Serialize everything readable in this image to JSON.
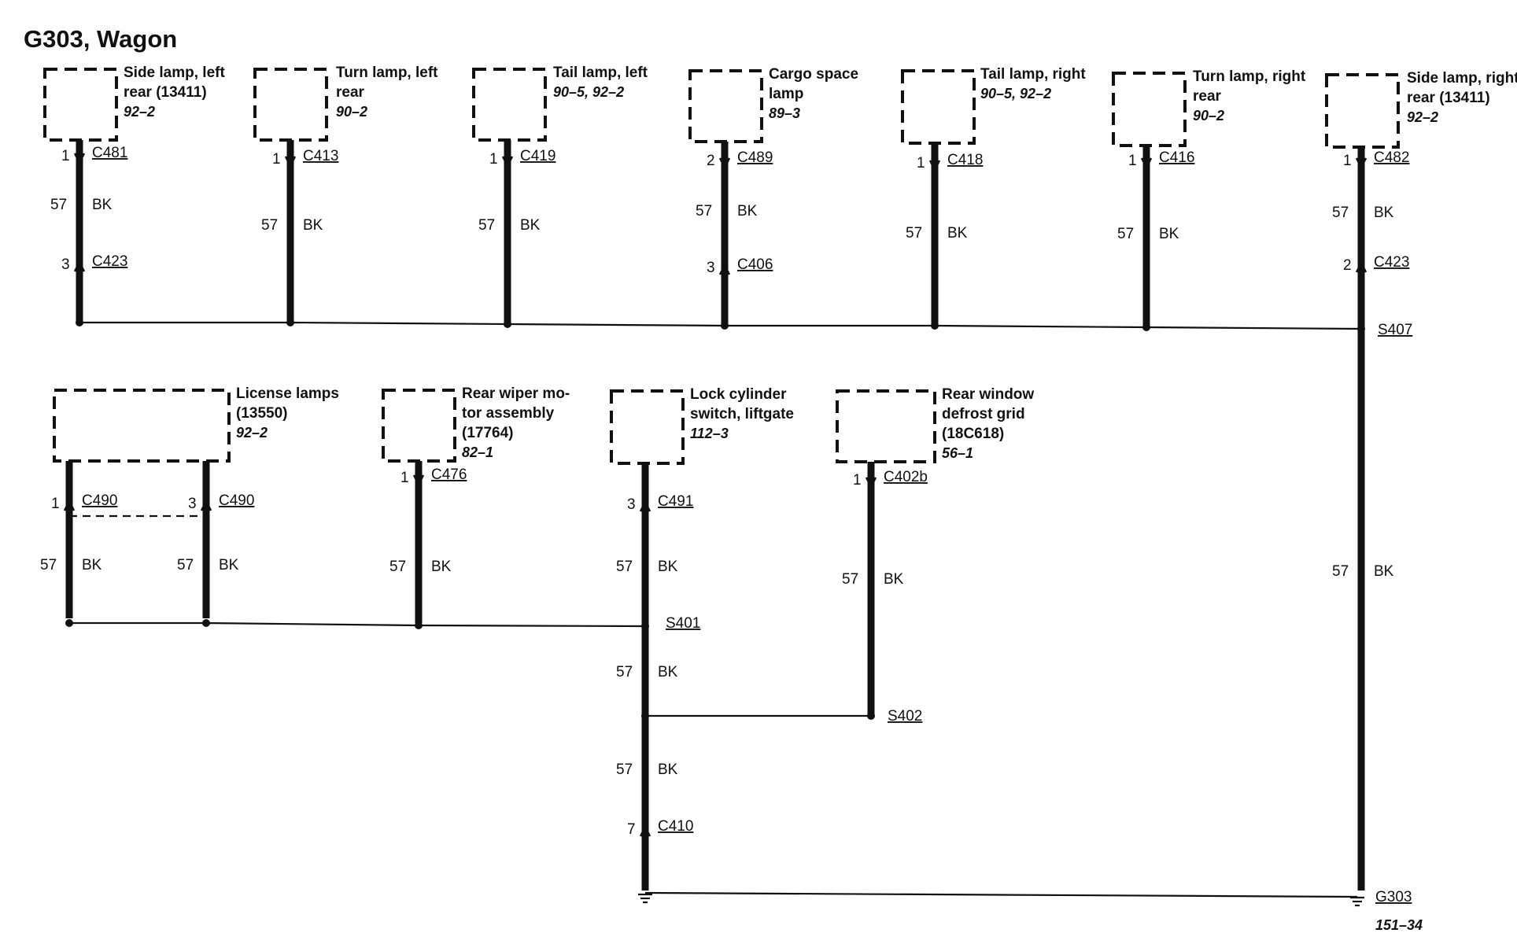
{
  "title": "G303, Wagon",
  "wire": {
    "circuit": "57",
    "color": "BK"
  },
  "components": [
    {
      "id": "side-lamp-left-rear",
      "name": [
        "Side lamp, left",
        "rear (13411)"
      ],
      "page": "92–2"
    },
    {
      "id": "turn-lamp-left-rear",
      "name": [
        "Turn lamp, left",
        "rear"
      ],
      "page": "90–2"
    },
    {
      "id": "tail-lamp-left",
      "name": [
        "Tail lamp, left"
      ],
      "page": "90–5, 92–2"
    },
    {
      "id": "cargo-space-lamp",
      "name": [
        "Cargo space",
        "lamp"
      ],
      "page": "89–3"
    },
    {
      "id": "tail-lamp-right",
      "name": [
        "Tail lamp, right"
      ],
      "page": "90–5, 92–2"
    },
    {
      "id": "turn-lamp-right-rear",
      "name": [
        "Turn lamp, right",
        "rear"
      ],
      "page": "90–2"
    },
    {
      "id": "side-lamp-right-rear",
      "name": [
        "Side lamp, right",
        "rear (13411)"
      ],
      "page": "92–2"
    },
    {
      "id": "license-lamps",
      "name": [
        "License lamps",
        "(13550)"
      ],
      "page": "92–2"
    },
    {
      "id": "rear-wiper-motor",
      "name": [
        "Rear wiper mo-",
        "tor assembly",
        "(17764)"
      ],
      "page": "82–1"
    },
    {
      "id": "lock-cylinder-switch",
      "name": [
        "Lock cylinder",
        "switch, liftgate"
      ],
      "page": "112–3"
    },
    {
      "id": "rear-window-defrost",
      "name": [
        "Rear window",
        "defrost grid",
        "(18C618)"
      ],
      "page": "56–1"
    }
  ],
  "connectors": [
    {
      "id": "C481",
      "pin": "1"
    },
    {
      "id": "C423",
      "pin": "3"
    },
    {
      "id": "C413",
      "pin": "1"
    },
    {
      "id": "C419",
      "pin": "1"
    },
    {
      "id": "C489",
      "pin": "2"
    },
    {
      "id": "C406",
      "pin": "3"
    },
    {
      "id": "C418",
      "pin": "1"
    },
    {
      "id": "C416",
      "pin": "1"
    },
    {
      "id": "C482",
      "pin": "1"
    },
    {
      "id": "C423",
      "pin": "2"
    },
    {
      "id": "C490",
      "pin": "1"
    },
    {
      "id": "C490",
      "pin": "3"
    },
    {
      "id": "C476",
      "pin": "1"
    },
    {
      "id": "C491",
      "pin": "3"
    },
    {
      "id": "C402b",
      "pin": "1"
    },
    {
      "id": "C410",
      "pin": "7"
    }
  ],
  "splices": [
    "S407",
    "S401",
    "S402"
  ],
  "ground": {
    "id": "G303",
    "page": "151–34"
  }
}
